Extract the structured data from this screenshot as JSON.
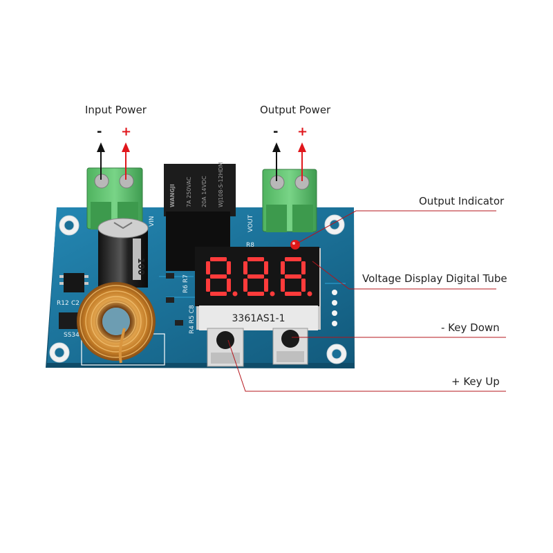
{
  "callouts": {
    "input_power": "Input Power",
    "output_power": "Output Power",
    "output_indicator": "Output Indicator",
    "voltage_display": "Voltage Display Digital Tube",
    "key_down": "- Key Down",
    "key_up": "+ Key Up"
  },
  "polarity": {
    "minus": "-",
    "plus": "+"
  },
  "board": {
    "relay_brand": "WANGJI",
    "relay_text_1": "7A 250VAC",
    "relay_text_2": "20A 14VDC",
    "relay_model": "WJ108-S-12HDM",
    "cap_value": "100",
    "display_model": "3361AS1-1",
    "display_digits": "8.8.8.",
    "silk_vin": "VIN",
    "silk_vout": "VOUT",
    "silk_r12": "R12",
    "silk_c2": "C2",
    "silk_ss34": "SS34",
    "silk_r8": "R8",
    "silk_r6": "R6 R7",
    "silk_r4": "R4 R5 C8"
  },
  "colors": {
    "pcb": "#1a6f96",
    "terminal": "#5cbd6b",
    "positive_arrow": "#e0161b",
    "negative_arrow": "#111111",
    "callout_line": "#b5141b",
    "segment_on": "#ff3b3b"
  }
}
